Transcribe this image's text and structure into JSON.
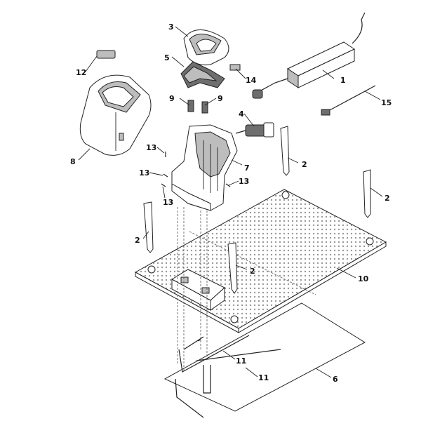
{
  "callouts": {
    "c1": "1",
    "c2a": "2",
    "c2b": "2",
    "c2c": "2",
    "c2d": "2",
    "c3": "3",
    "c4": "4",
    "c5": "5",
    "c6": "6",
    "c7": "7",
    "c8": "8",
    "c9a": "9",
    "c9b": "9",
    "c10": "10",
    "c11a": "11",
    "c11b": "11",
    "c12": "12",
    "c13a": "13",
    "c13b": "13",
    "c13c": "13",
    "c13d": "13",
    "c14": "14",
    "c15": "15"
  }
}
